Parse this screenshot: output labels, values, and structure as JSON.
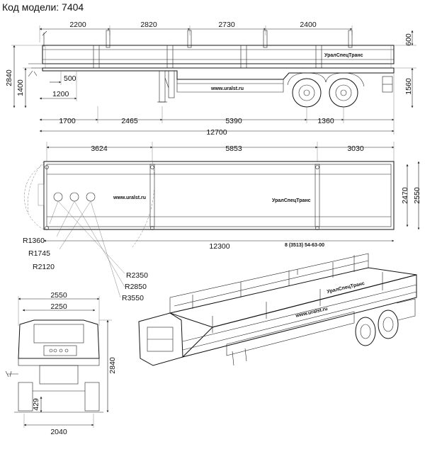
{
  "header": {
    "model_label": "Код модели: 7404"
  },
  "brand": {
    "name": "УралСпецТранс",
    "website": "www.uralst.ru",
    "phone": "8 (3513) 54-63-00"
  },
  "side_view": {
    "top_dims": [
      "2200",
      "2820",
      "2730",
      "2400"
    ],
    "left_dims": [
      "2840",
      "1400"
    ],
    "right_dims": [
      "600",
      "1560"
    ],
    "inner_dims": [
      "500",
      "1200"
    ],
    "bottom_dims": [
      "1700",
      "2465",
      "5390",
      "1360"
    ],
    "overall_length": "12700"
  },
  "top_view": {
    "top_dims": [
      "3624",
      "5853",
      "3030"
    ],
    "right_dims": [
      "2470",
      "2550"
    ],
    "length": "12300",
    "radii_left": [
      "R1360",
      "R1745",
      "R2120"
    ],
    "radii_right": [
      "R2350",
      "R2850",
      "R3550"
    ]
  },
  "rear_view": {
    "width_outer": "2550",
    "width_inner": "2250",
    "height": "2840",
    "ground_clear": "429",
    "track": "2040"
  }
}
